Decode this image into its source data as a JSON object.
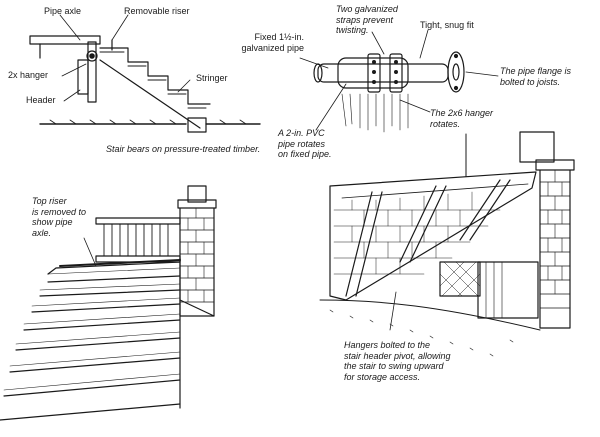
{
  "stair_section": {
    "pipe_axle": "Pipe axle",
    "removable_riser": "Removable riser",
    "hanger": "2x hanger",
    "header": "Header",
    "stringer": "Stringer",
    "caption": "Stair bears on pressure-treated timber."
  },
  "pipe_detail": {
    "fixed_pipe": "Fixed 1½-in.\ngalvanized pipe",
    "straps": "Two galvanized\nstraps prevent\ntwisting.",
    "snug_fit": "Tight, snug fit",
    "flange": "The pipe flange is\nbolted to joists.",
    "pvc_pipe": "A 2-in. PVC\npipe rotates\non fixed pipe.",
    "hanger_rotates": "The 2x6 hanger\nrotates."
  },
  "stair_view": {
    "top_riser": "Top riser\nis removed to\nshow pipe\naxle."
  },
  "raised_view": {
    "hangers_caption": "Hangers bolted to the\nstair header pivot, allowing\nthe stair to swing upward\nfor storage access."
  }
}
